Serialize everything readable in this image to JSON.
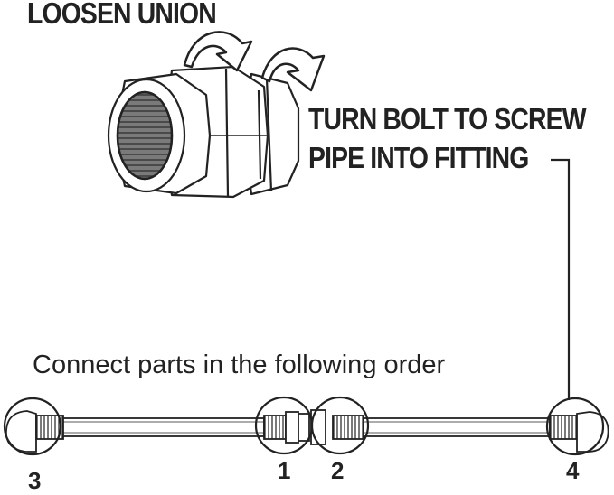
{
  "instructions": {
    "loosen_union": "LOOSEN UNION",
    "turn_bolt_line1": "TURN BOLT TO SCREW",
    "turn_bolt_line2": "PIPE INTO FITTING",
    "connect_parts": "Connect parts in the following order"
  },
  "callouts": {
    "one": "1",
    "two": "2",
    "three": "3",
    "four": "4"
  },
  "colors": {
    "ink": "#222222",
    "pipe_fill": "#ffffff",
    "thread_fill": "#d9d9d9",
    "bore": "#6e6e6e"
  }
}
